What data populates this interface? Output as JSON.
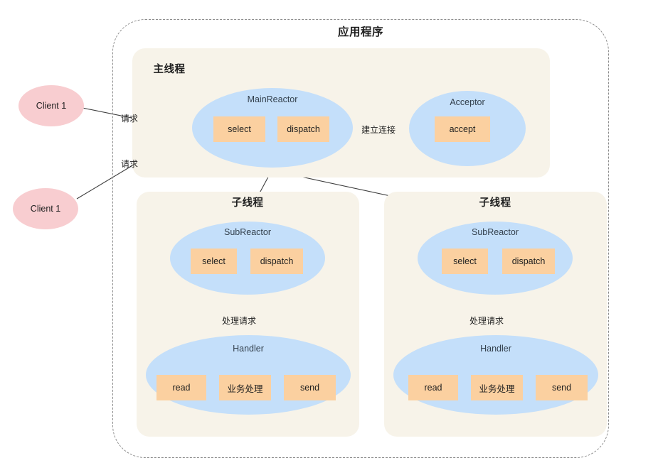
{
  "diagram": {
    "title": "应用程序",
    "type": "reactor-pattern-architecture"
  },
  "clients": [
    {
      "label": "Client 1"
    },
    {
      "label": "Client 1"
    }
  ],
  "edge_labels": {
    "request_1": "请求",
    "request_2": "请求",
    "establish_connection": "建立连接",
    "handle_request_1": "处理请求",
    "handle_request_2": "处理请求"
  },
  "panels": {
    "main_thread": {
      "title": "主线程",
      "nodes": {
        "main_reactor": {
          "label": "MainReactor",
          "boxes": [
            {
              "label": "select"
            },
            {
              "label": "dispatch"
            }
          ]
        },
        "acceptor": {
          "label": "Acceptor",
          "boxes": [
            {
              "label": "accept"
            }
          ]
        }
      }
    },
    "sub_thread_1": {
      "title": "子线程",
      "nodes": {
        "sub_reactor": {
          "label": "SubReactor",
          "boxes": [
            {
              "label": "select"
            },
            {
              "label": "dispatch"
            }
          ]
        },
        "handler": {
          "label": "Handler",
          "boxes": [
            {
              "label": "read"
            },
            {
              "label": "业务处理"
            },
            {
              "label": "send"
            }
          ]
        }
      }
    },
    "sub_thread_2": {
      "title": "子线程",
      "nodes": {
        "sub_reactor": {
          "label": "SubReactor",
          "boxes": [
            {
              "label": "select"
            },
            {
              "label": "dispatch"
            }
          ]
        },
        "handler": {
          "label": "Handler",
          "boxes": [
            {
              "label": "read"
            },
            {
              "label": "业务处理"
            },
            {
              "label": "send"
            }
          ]
        }
      }
    }
  },
  "colors": {
    "background": "#ffffff",
    "panel_beige": "#f7f3e9",
    "ellipse_blue": "#c4dffa",
    "ellipse_pink": "#f8cdd0",
    "box_orange": "#fbd0a0",
    "boundary_dash": "#8c8c8c",
    "arrow": "#3d3d3d",
    "text_dark": "#1f1f1f",
    "text_node_label": "#33404d"
  }
}
